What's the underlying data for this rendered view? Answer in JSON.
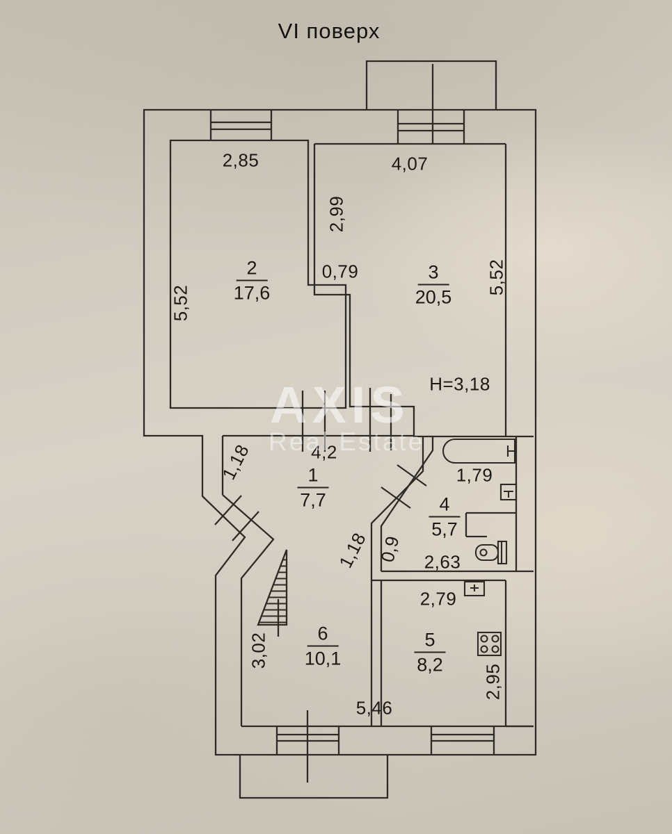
{
  "title": "VI поверх",
  "watermark": {
    "brand": "AXIS",
    "tagline": "Real Estate"
  },
  "ceiling_height": "H=3,18",
  "rooms": [
    {
      "no": "1",
      "area": "7,7"
    },
    {
      "no": "2",
      "area": "17,6"
    },
    {
      "no": "3",
      "area": "20,5"
    },
    {
      "no": "4",
      "area": "5,7"
    },
    {
      "no": "5",
      "area": "8,2"
    },
    {
      "no": "6",
      "area": "10,1"
    }
  ],
  "dimensions": {
    "room2_width": "2,85",
    "room3_width": "4,07",
    "room3_inner_depth": "2,99",
    "wall_jog": "0,79",
    "room2_depth": "5,52",
    "room3_depth": "5,52",
    "hall_length": "4,2",
    "hall_wall_left": "1,18",
    "hall_wall_right": "1,18",
    "bath_tub_length": "1,79",
    "bath_door_width": "0,9",
    "bath_width": "2,63",
    "kitchen_width": "2,79",
    "kitchen_depth": "2,95",
    "room6_depth": "3,02",
    "bottom_width": "5,46"
  },
  "colors": {
    "line": "#2e2b26",
    "paper": "#d2ccc1",
    "text": "#1c1915"
  }
}
